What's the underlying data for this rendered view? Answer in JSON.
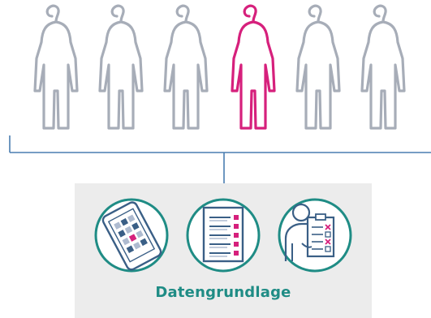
{
  "colors": {
    "figure_gray": "#a7adb8",
    "figure_highlight": "#d6207c",
    "connector": "#4a7db0",
    "panel_bg": "#ececec",
    "teal": "#1f8c85",
    "icon_dark": "#3a5f86",
    "icon_light": "#aebbd0",
    "accent_pink": "#d6207c"
  },
  "figures": [
    {
      "name": "person-hanger",
      "highlighted": false
    },
    {
      "name": "person-hanger",
      "highlighted": false
    },
    {
      "name": "person-hanger",
      "highlighted": false
    },
    {
      "name": "person-hanger",
      "highlighted": true
    },
    {
      "name": "person-hanger",
      "highlighted": false
    },
    {
      "name": "person-hanger",
      "highlighted": false
    }
  ],
  "icons": [
    "smartphone-app-icon",
    "document-list-icon",
    "person-clipboard-icon"
  ],
  "panel": {
    "label": "Datengrundlage"
  }
}
